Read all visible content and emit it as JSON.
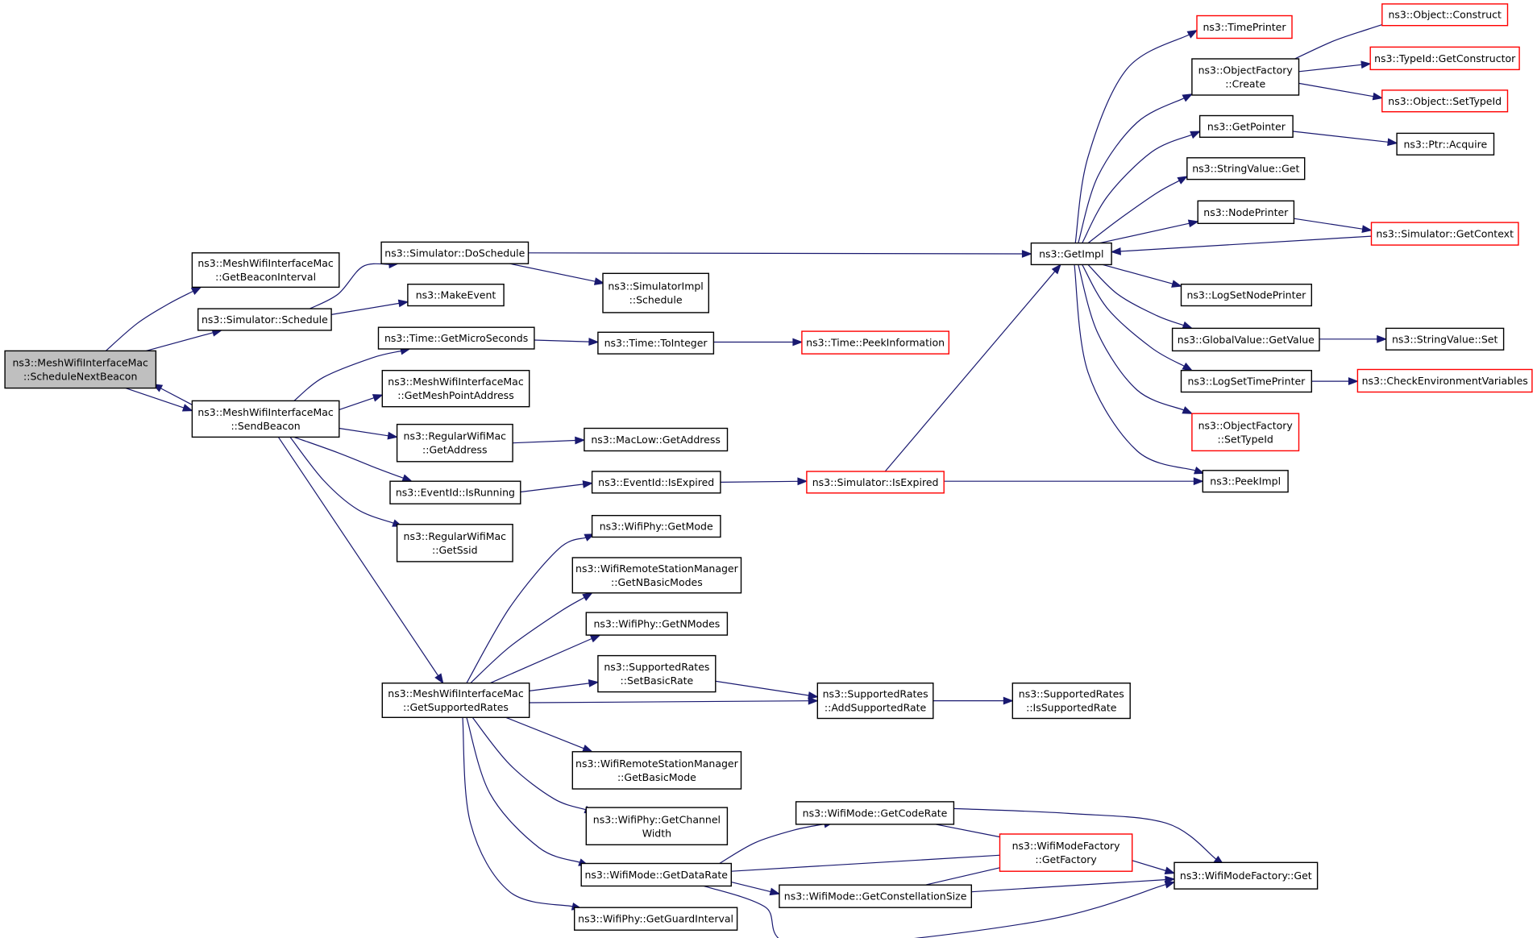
{
  "colors": {
    "edge": "#191970",
    "node_border": "#000000",
    "undocumented_border": "#ff0000",
    "highlight_fill": "#bfbfbf",
    "background": "#ffffff"
  },
  "nodes": [
    {
      "id": "root",
      "lines": [
        "ns3::MeshWifiInterfaceMac",
        "::ScheduleNextBeacon"
      ],
      "style": "highlight"
    },
    {
      "id": "getbeaconinterval",
      "lines": [
        "ns3::MeshWifiInterfaceMac",
        "::GetBeaconInterval"
      ],
      "style": "normal"
    },
    {
      "id": "schedule",
      "lines": [
        "ns3::Simulator::Schedule"
      ],
      "style": "normal"
    },
    {
      "id": "sendbeacon",
      "lines": [
        "ns3::MeshWifiInterfaceMac",
        "::SendBeacon"
      ],
      "style": "normal"
    },
    {
      "id": "doschedule",
      "lines": [
        "ns3::Simulator::DoSchedule"
      ],
      "style": "normal"
    },
    {
      "id": "makeevent",
      "lines": [
        "ns3::MakeEvent"
      ],
      "style": "normal"
    },
    {
      "id": "simimplschedule",
      "lines": [
        "ns3::SimulatorImpl",
        "::Schedule"
      ],
      "style": "normal"
    },
    {
      "id": "getmicroseconds",
      "lines": [
        "ns3::Time::GetMicroSeconds"
      ],
      "style": "normal"
    },
    {
      "id": "getmeshpointaddress",
      "lines": [
        "ns3::MeshWifiInterfaceMac",
        "::GetMeshPointAddress"
      ],
      "style": "normal"
    },
    {
      "id": "rwm_getaddress",
      "lines": [
        "ns3::RegularWifiMac",
        "::GetAddress"
      ],
      "style": "normal"
    },
    {
      "id": "isrunning",
      "lines": [
        "ns3::EventId::IsRunning"
      ],
      "style": "normal"
    },
    {
      "id": "getssid",
      "lines": [
        "ns3::RegularWifiMac",
        "::GetSsid"
      ],
      "style": "normal"
    },
    {
      "id": "getsupportedrates",
      "lines": [
        "ns3::MeshWifiInterfaceMac",
        "::GetSupportedRates"
      ],
      "style": "normal"
    },
    {
      "id": "tointeger",
      "lines": [
        "ns3::Time::ToInteger"
      ],
      "style": "normal"
    },
    {
      "id": "peekinformation",
      "lines": [
        "ns3::Time::PeekInformation"
      ],
      "style": "red"
    },
    {
      "id": "maclow_getaddress",
      "lines": [
        "ns3::MacLow::GetAddress"
      ],
      "style": "normal"
    },
    {
      "id": "isexpired_eid",
      "lines": [
        "ns3::EventId::IsExpired"
      ],
      "style": "normal"
    },
    {
      "id": "sim_isexpired",
      "lines": [
        "ns3::Simulator::IsExpired"
      ],
      "style": "red"
    },
    {
      "id": "getimpl",
      "lines": [
        "ns3::GetImpl"
      ],
      "style": "normal"
    },
    {
      "id": "peekimpl",
      "lines": [
        "ns3::PeekImpl"
      ],
      "style": "normal"
    },
    {
      "id": "timeprinter",
      "lines": [
        "ns3::TimePrinter"
      ],
      "style": "red"
    },
    {
      "id": "of_create",
      "lines": [
        "ns3::ObjectFactory",
        "::Create"
      ],
      "style": "normal"
    },
    {
      "id": "getpointer",
      "lines": [
        "ns3::GetPointer"
      ],
      "style": "normal"
    },
    {
      "id": "sv_get",
      "lines": [
        "ns3::StringValue::Get"
      ],
      "style": "normal"
    },
    {
      "id": "nodeprinter",
      "lines": [
        "ns3::NodePrinter"
      ],
      "style": "normal"
    },
    {
      "id": "logsetnodeprinter",
      "lines": [
        "ns3::LogSetNodePrinter"
      ],
      "style": "normal"
    },
    {
      "id": "gv_getvalue",
      "lines": [
        "ns3::GlobalValue::GetValue"
      ],
      "style": "normal"
    },
    {
      "id": "logsettimeprinter",
      "lines": [
        "ns3::LogSetTimePrinter"
      ],
      "style": "normal"
    },
    {
      "id": "of_settypeid",
      "lines": [
        "ns3::ObjectFactory",
        "::SetTypeId"
      ],
      "style": "red"
    },
    {
      "id": "obj_construct",
      "lines": [
        "ns3::Object::Construct"
      ],
      "style": "red"
    },
    {
      "id": "tid_getconstructor",
      "lines": [
        "ns3::TypeId::GetConstructor"
      ],
      "style": "red"
    },
    {
      "id": "obj_settypeid",
      "lines": [
        "ns3::Object::SetTypeId"
      ],
      "style": "red"
    },
    {
      "id": "ptr_acquire",
      "lines": [
        "ns3::Ptr::Acquire"
      ],
      "style": "normal"
    },
    {
      "id": "sim_getcontext",
      "lines": [
        "ns3::Simulator::GetContext"
      ],
      "style": "red"
    },
    {
      "id": "sv_set",
      "lines": [
        "ns3::StringValue::Set"
      ],
      "style": "normal"
    },
    {
      "id": "checkenv",
      "lines": [
        "ns3::CheckEnvironmentVariables"
      ],
      "style": "red"
    },
    {
      "id": "phy_getmode",
      "lines": [
        "ns3::WifiPhy::GetMode"
      ],
      "style": "normal"
    },
    {
      "id": "wrsm_getnbasicmodes",
      "lines": [
        "ns3::WifiRemoteStationManager",
        "::GetNBasicModes"
      ],
      "style": "normal"
    },
    {
      "id": "phy_getnmodes",
      "lines": [
        "ns3::WifiPhy::GetNModes"
      ],
      "style": "normal"
    },
    {
      "id": "sr_setbasicrate",
      "lines": [
        "ns3::SupportedRates",
        "::SetBasicRate"
      ],
      "style": "normal"
    },
    {
      "id": "wrsm_getbasicmode",
      "lines": [
        "ns3::WifiRemoteStationManager",
        "::GetBasicMode"
      ],
      "style": "normal"
    },
    {
      "id": "phy_getchannelwidth",
      "lines": [
        "ns3::WifiPhy::GetChannel",
        "Width"
      ],
      "style": "normal"
    },
    {
      "id": "wm_getdatarate",
      "lines": [
        "ns3::WifiMode::GetDataRate"
      ],
      "style": "normal"
    },
    {
      "id": "phy_getguardinterval",
      "lines": [
        "ns3::WifiPhy::GetGuardInterval"
      ],
      "style": "normal"
    },
    {
      "id": "sr_addsupportedrate",
      "lines": [
        "ns3::SupportedRates",
        "::AddSupportedRate"
      ],
      "style": "normal"
    },
    {
      "id": "sr_issupportedrate",
      "lines": [
        "ns3::SupportedRates",
        "::IsSupportedRate"
      ],
      "style": "normal"
    },
    {
      "id": "wm_getcoderate",
      "lines": [
        "ns3::WifiMode::GetCodeRate"
      ],
      "style": "normal"
    },
    {
      "id": "wm_getconstellationsize",
      "lines": [
        "ns3::WifiMode::GetConstellationSize"
      ],
      "style": "normal"
    },
    {
      "id": "wmf_getfactory",
      "lines": [
        "ns3::WifiModeFactory",
        "::GetFactory"
      ],
      "style": "red"
    },
    {
      "id": "wmf_get",
      "lines": [
        "ns3::WifiModeFactory::Get"
      ],
      "style": "normal"
    }
  ],
  "edges": [
    {
      "from": "root",
      "to": "getbeaconinterval"
    },
    {
      "from": "root",
      "to": "schedule"
    },
    {
      "from": "root",
      "to": "sendbeacon"
    },
    {
      "from": "sendbeacon",
      "to": "root"
    },
    {
      "from": "schedule",
      "to": "doschedule"
    },
    {
      "from": "schedule",
      "to": "makeevent"
    },
    {
      "from": "doschedule",
      "to": "getimpl"
    },
    {
      "from": "doschedule",
      "to": "simimplschedule"
    },
    {
      "from": "sendbeacon",
      "to": "getmicroseconds"
    },
    {
      "from": "sendbeacon",
      "to": "getmeshpointaddress"
    },
    {
      "from": "sendbeacon",
      "to": "rwm_getaddress"
    },
    {
      "from": "sendbeacon",
      "to": "isrunning"
    },
    {
      "from": "sendbeacon",
      "to": "getssid"
    },
    {
      "from": "sendbeacon",
      "to": "getsupportedrates"
    },
    {
      "from": "getmicroseconds",
      "to": "tointeger"
    },
    {
      "from": "tointeger",
      "to": "peekinformation"
    },
    {
      "from": "rwm_getaddress",
      "to": "maclow_getaddress"
    },
    {
      "from": "isrunning",
      "to": "isexpired_eid"
    },
    {
      "from": "isexpired_eid",
      "to": "sim_isexpired"
    },
    {
      "from": "sim_isexpired",
      "to": "getimpl"
    },
    {
      "from": "sim_isexpired",
      "to": "peekimpl"
    },
    {
      "from": "getimpl",
      "to": "timeprinter"
    },
    {
      "from": "getimpl",
      "to": "of_create"
    },
    {
      "from": "getimpl",
      "to": "getpointer"
    },
    {
      "from": "getimpl",
      "to": "sv_get"
    },
    {
      "from": "getimpl",
      "to": "nodeprinter"
    },
    {
      "from": "getimpl",
      "to": "logsetnodeprinter"
    },
    {
      "from": "getimpl",
      "to": "gv_getvalue"
    },
    {
      "from": "getimpl",
      "to": "logsettimeprinter"
    },
    {
      "from": "getimpl",
      "to": "of_settypeid"
    },
    {
      "from": "getimpl",
      "to": "peekimpl"
    },
    {
      "from": "sim_getcontext",
      "to": "getimpl"
    },
    {
      "from": "of_create",
      "to": "obj_construct"
    },
    {
      "from": "of_create",
      "to": "tid_getconstructor"
    },
    {
      "from": "of_create",
      "to": "obj_settypeid"
    },
    {
      "from": "getpointer",
      "to": "ptr_acquire"
    },
    {
      "from": "nodeprinter",
      "to": "sim_getcontext"
    },
    {
      "from": "gv_getvalue",
      "to": "sv_set"
    },
    {
      "from": "logsettimeprinter",
      "to": "checkenv"
    },
    {
      "from": "getsupportedrates",
      "to": "phy_getmode"
    },
    {
      "from": "getsupportedrates",
      "to": "wrsm_getnbasicmodes"
    },
    {
      "from": "getsupportedrates",
      "to": "phy_getnmodes"
    },
    {
      "from": "getsupportedrates",
      "to": "sr_setbasicrate"
    },
    {
      "from": "getsupportedrates",
      "to": "sr_addsupportedrate"
    },
    {
      "from": "getsupportedrates",
      "to": "wrsm_getbasicmode"
    },
    {
      "from": "getsupportedrates",
      "to": "phy_getchannelwidth"
    },
    {
      "from": "getsupportedrates",
      "to": "wm_getdatarate"
    },
    {
      "from": "getsupportedrates",
      "to": "phy_getguardinterval"
    },
    {
      "from": "sr_setbasicrate",
      "to": "sr_addsupportedrate"
    },
    {
      "from": "sr_addsupportedrate",
      "to": "sr_issupportedrate"
    },
    {
      "from": "wm_getdatarate",
      "to": "wm_getcoderate"
    },
    {
      "from": "wm_getdatarate",
      "to": "wmf_getfactory"
    },
    {
      "from": "wm_getdatarate",
      "to": "wm_getconstellationsize"
    },
    {
      "from": "wm_getdatarate",
      "to": "wmf_get"
    },
    {
      "from": "wm_getcoderate",
      "to": "wmf_getfactory"
    },
    {
      "from": "wm_getcoderate",
      "to": "wmf_get"
    },
    {
      "from": "wm_getconstellationsize",
      "to": "wmf_getfactory"
    },
    {
      "from": "wm_getconstellationsize",
      "to": "wmf_get"
    },
    {
      "from": "wmf_getfactory",
      "to": "wmf_get"
    }
  ]
}
